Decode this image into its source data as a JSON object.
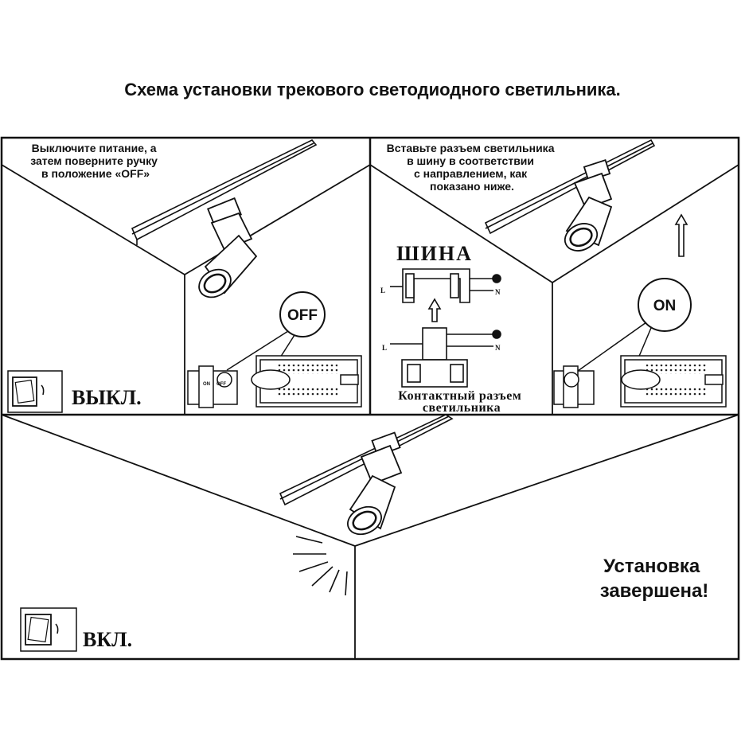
{
  "title": "Схема установки трекового светодиодного светильника.",
  "step1": {
    "instruction": [
      "Выключите питание, а",
      "затем поверните ручку",
      "в положение «OFF»"
    ],
    "knob_label": "OFF",
    "switch_label": "ВЫКЛ.",
    "knob_small_on": "ON",
    "knob_small_off": "OFF"
  },
  "step2": {
    "instruction": [
      "Вставьте разъем светильника",
      "в шину в соответствии",
      "с направлением, как",
      "показано ниже."
    ],
    "rail_label": "ШИНА",
    "line_label": "L",
    "neutral_label": "N",
    "connector_caption": [
      "Контактный разъем",
      "светильника"
    ]
  },
  "step3": {
    "knob_label": "ON"
  },
  "step4": {
    "switch_label": "ВКЛ.",
    "done_text": [
      "Установка",
      "завершена!"
    ]
  }
}
